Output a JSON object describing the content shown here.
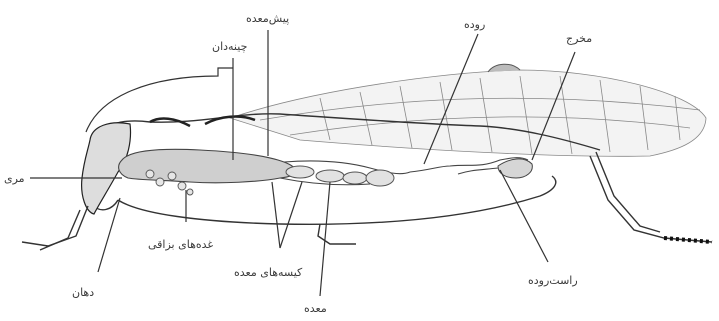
{
  "diagram": {
    "labels": {
      "crop": "چینه‌دان",
      "proventriculus": "پیش‌معده",
      "intestine": "روده",
      "anus": "مخرج",
      "esophagus": "مری",
      "salivary_glands": "غده‌های بزاقی",
      "mouth": "دهان",
      "gastric_caeca": "کیسه‌های معده",
      "stomach": "معده",
      "rectum": "راست‌روده"
    }
  }
}
